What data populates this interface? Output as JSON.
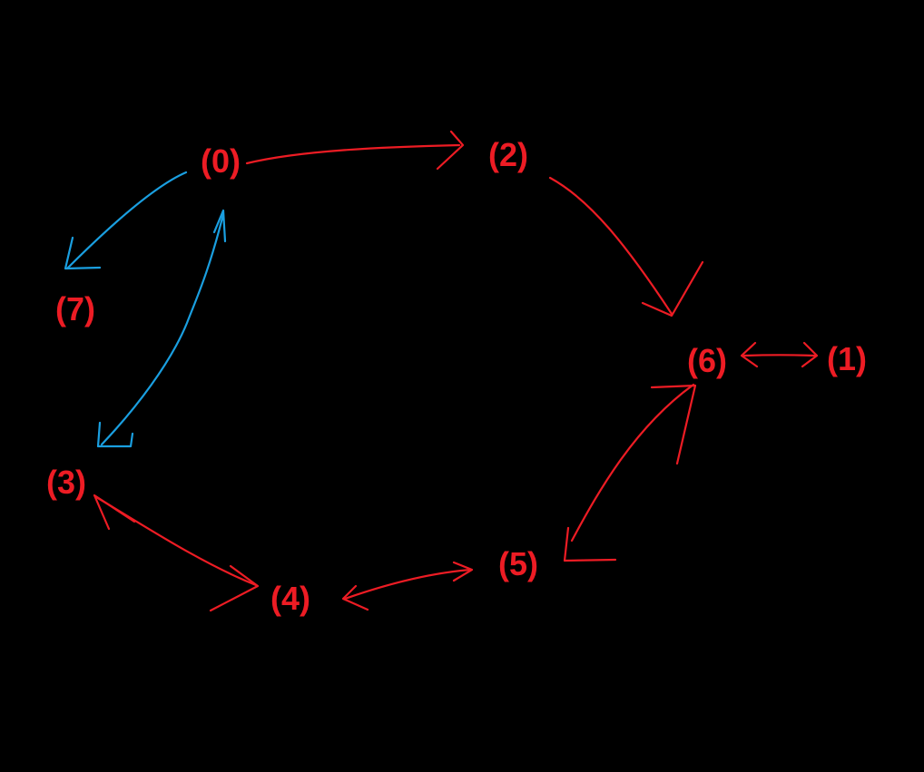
{
  "colors": {
    "background": "#000000",
    "node_text": "#ed1c24",
    "red_edge": "#ed1c24",
    "blue_edge": "#1a9fe0"
  },
  "nodes": {
    "n0": {
      "label": "(0)"
    },
    "n1": {
      "label": "(1)"
    },
    "n2": {
      "label": "(2)"
    },
    "n3": {
      "label": "(3)"
    },
    "n4": {
      "label": "(4)"
    },
    "n5": {
      "label": "(5)"
    },
    "n6": {
      "label": "(6)"
    },
    "n7": {
      "label": "(7)"
    }
  },
  "edges": [
    {
      "from": "(0)",
      "to": "(2)",
      "color": "red",
      "direction": "one-way"
    },
    {
      "from": "(2)",
      "to": "(6)",
      "color": "red",
      "direction": "one-way"
    },
    {
      "from": "(6)",
      "to": "(1)",
      "color": "red",
      "direction": "two-way"
    },
    {
      "from": "(5)",
      "to": "(6)",
      "color": "red",
      "direction": "two-way"
    },
    {
      "from": "(4)",
      "to": "(5)",
      "color": "red",
      "direction": "two-way"
    },
    {
      "from": "(3)",
      "to": "(4)",
      "color": "red",
      "direction": "two-way"
    },
    {
      "from": "(0)",
      "to": "(3)",
      "color": "blue",
      "direction": "two-way"
    },
    {
      "from": "(0)",
      "to": "(7)",
      "color": "blue",
      "direction": "one-way"
    }
  ]
}
